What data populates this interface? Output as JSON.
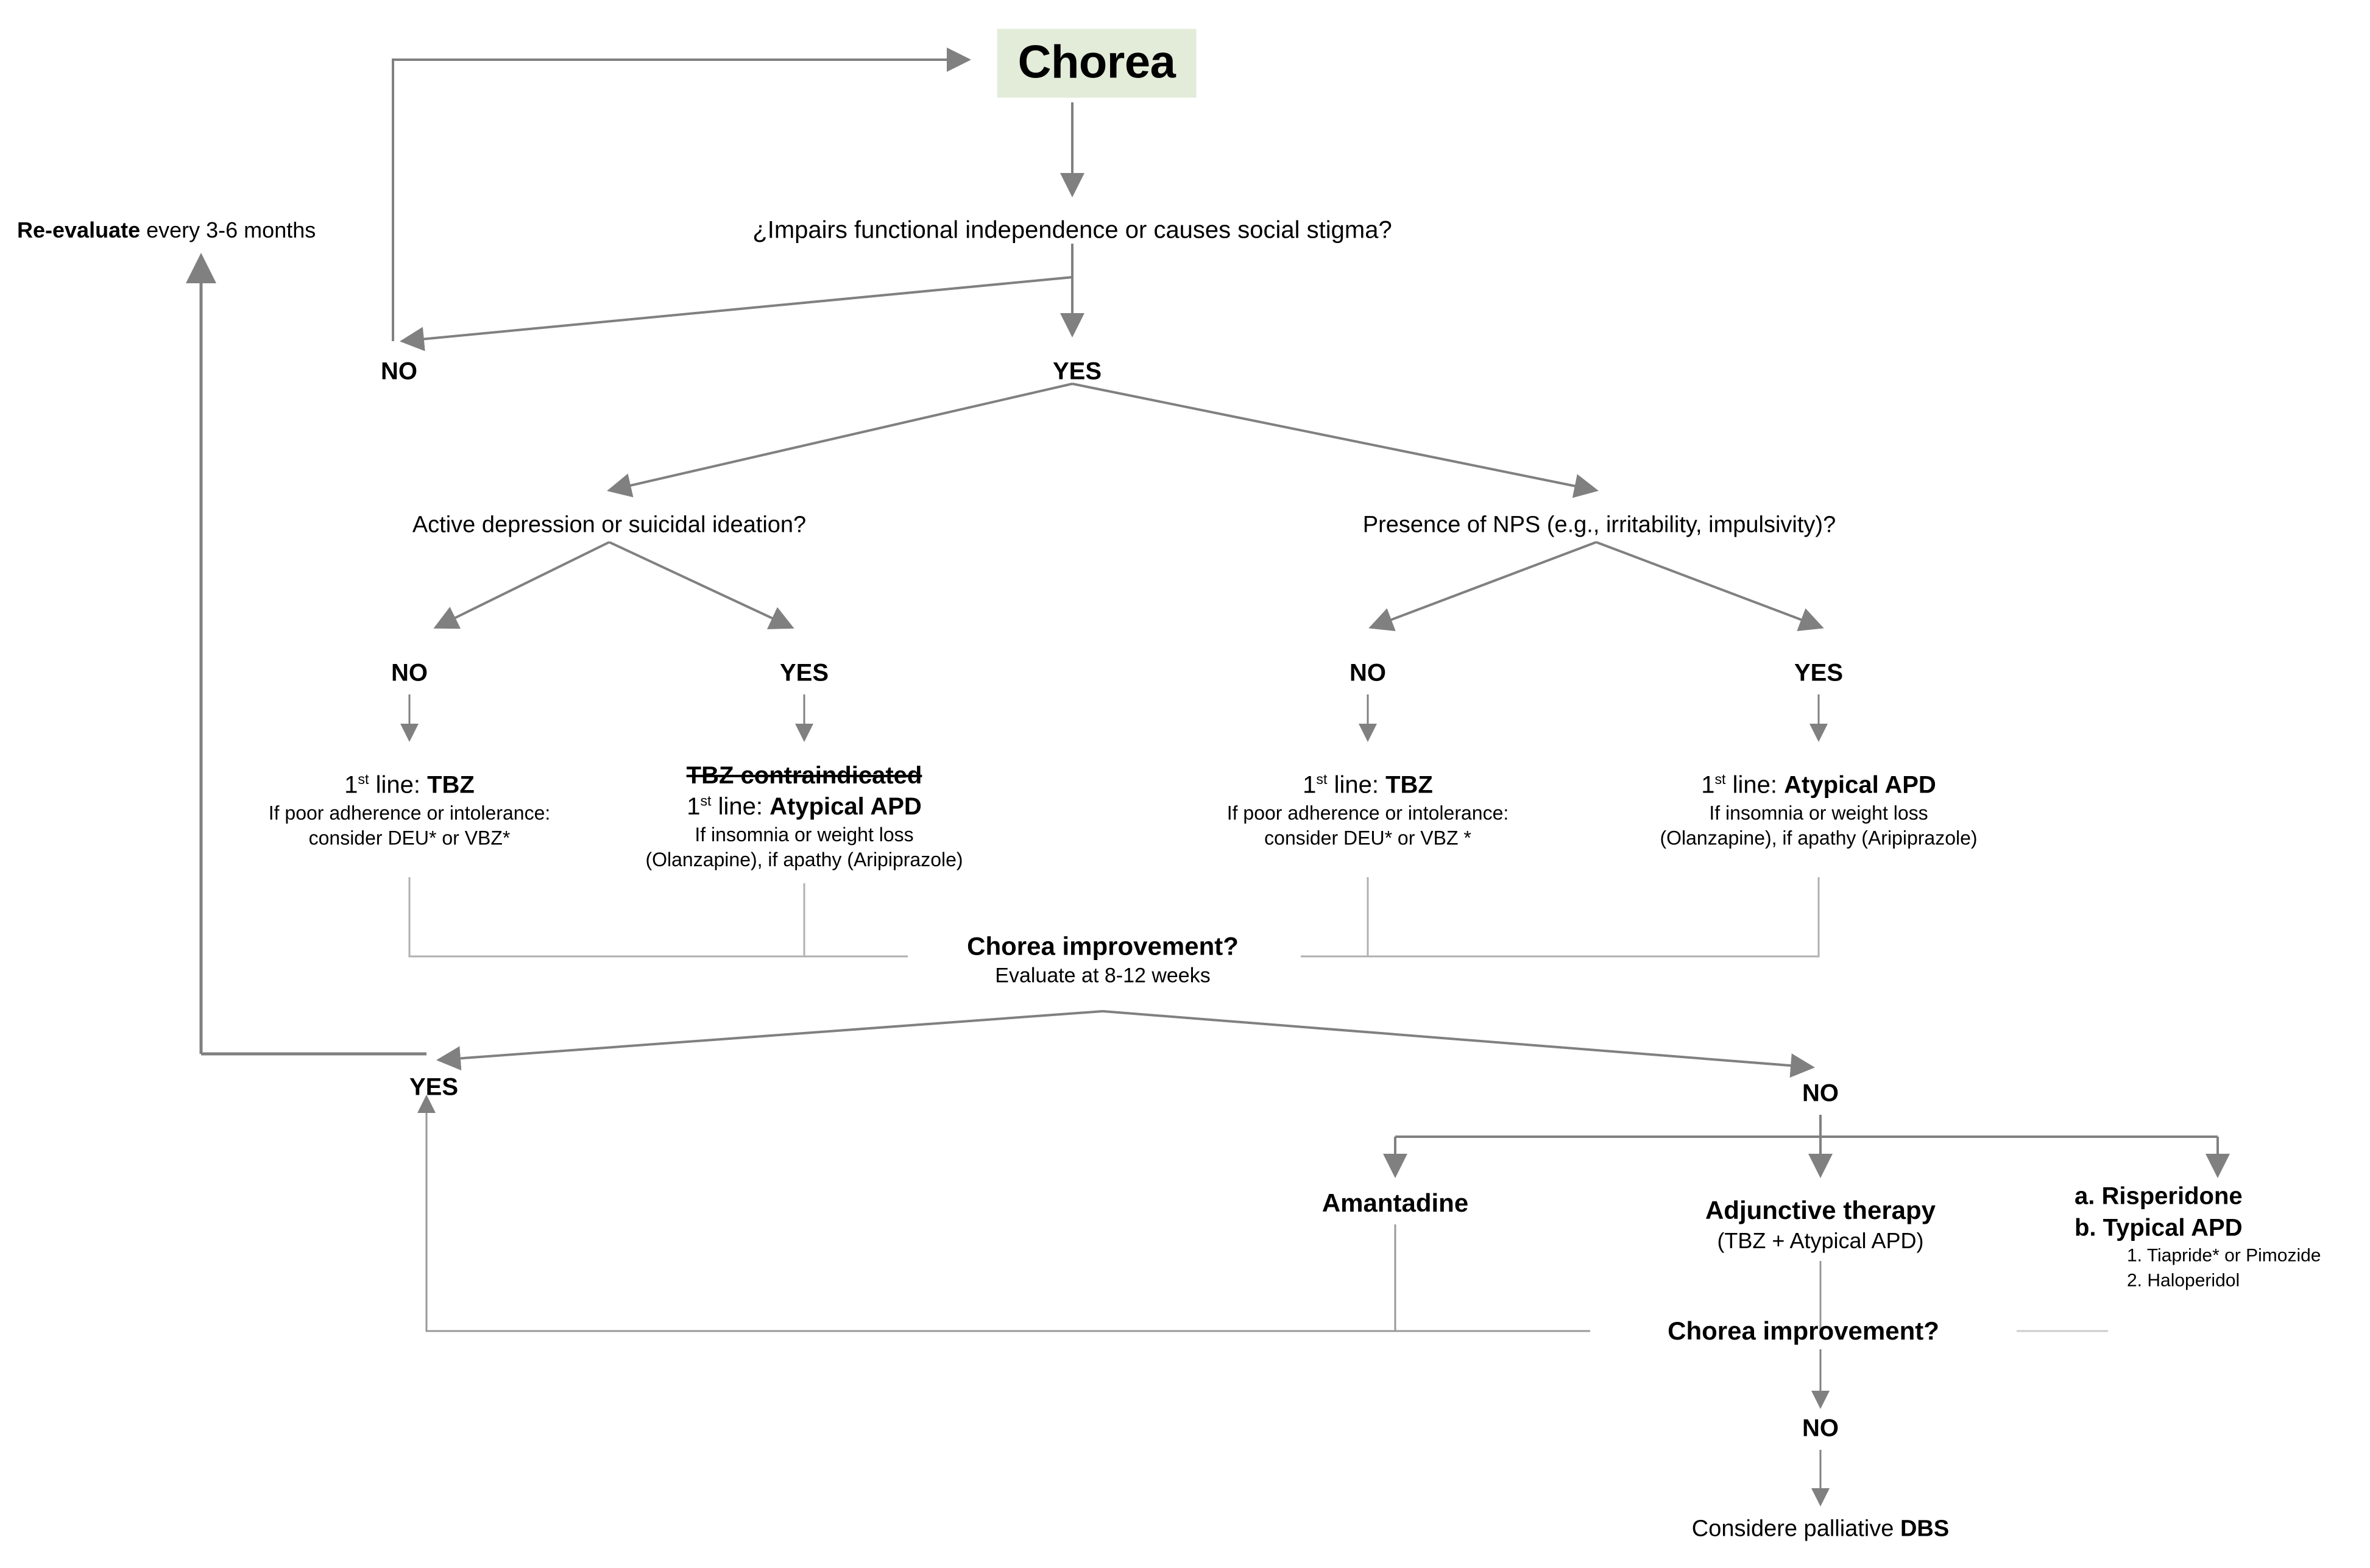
{
  "diagram": {
    "title": "Chorea",
    "colors": {
      "title_bg": "#e3ecd9",
      "edge": "#808080",
      "text": "#000000"
    },
    "reevaluate": {
      "bold_prefix": "Re-evaluate",
      "rest": " every 3-6 months"
    },
    "root_question": "¿Impairs functional independence or causes social stigma?",
    "root_no": "NO",
    "root_yes": "YES",
    "branch_left": {
      "question": "Active depression or suicidal ideation?",
      "no_label": "NO",
      "yes_label": "YES",
      "no_treatment": {
        "line_prefix": "1",
        "line_sup": "st",
        "line_mid": " line: ",
        "line_drug": "TBZ",
        "detail1": "If poor adherence or intolerance:",
        "detail2": "consider DEU* or VBZ*"
      },
      "yes_treatment": {
        "strike": "TBZ contraindicated",
        "line_prefix": "1",
        "line_sup": "st",
        "line_mid": " line: ",
        "line_drug": "Atypical APD",
        "detail1": "If insomnia or weight loss",
        "detail2": "(Olanzapine), if apathy (Aripiprazole)"
      }
    },
    "branch_right": {
      "question": "Presence of NPS (e.g., irritability, impulsivity)?",
      "no_label": "NO",
      "yes_label": "YES",
      "no_treatment": {
        "line_prefix": "1",
        "line_sup": "st",
        "line_mid": " line: ",
        "line_drug": "TBZ",
        "detail1": "If poor adherence or intolerance:",
        "detail2": "consider DEU* or VBZ *"
      },
      "yes_treatment": {
        "line_prefix": "1",
        "line_sup": "st",
        "line_mid": " line: ",
        "line_drug": "Atypical APD",
        "detail1": "If insomnia or weight loss",
        "detail2": "(Olanzapine), if apathy (Aripiprazole)"
      }
    },
    "improvement_1": {
      "head": "Chorea improvement?",
      "sub": "Evaluate at 8-12 weeks",
      "yes_label": "YES",
      "no_label": "NO"
    },
    "second_line_options": [
      {
        "name": "Amantadine",
        "sub": ""
      },
      {
        "name": "Adjunctive therapy",
        "sub": "(TBZ + Atypical APD)"
      }
    ],
    "apd_list": {
      "item_a": "a. Risperidone",
      "item_b": "b. Typical APD",
      "sub_1": "1. Tiapride* or Pimozide",
      "sub_2": "2. Haloperidol"
    },
    "improvement_2": {
      "head": "Chorea improvement?",
      "no_label": "NO"
    },
    "final": {
      "text_prefix": "Considere palliative ",
      "text_bold": "DBS"
    }
  }
}
